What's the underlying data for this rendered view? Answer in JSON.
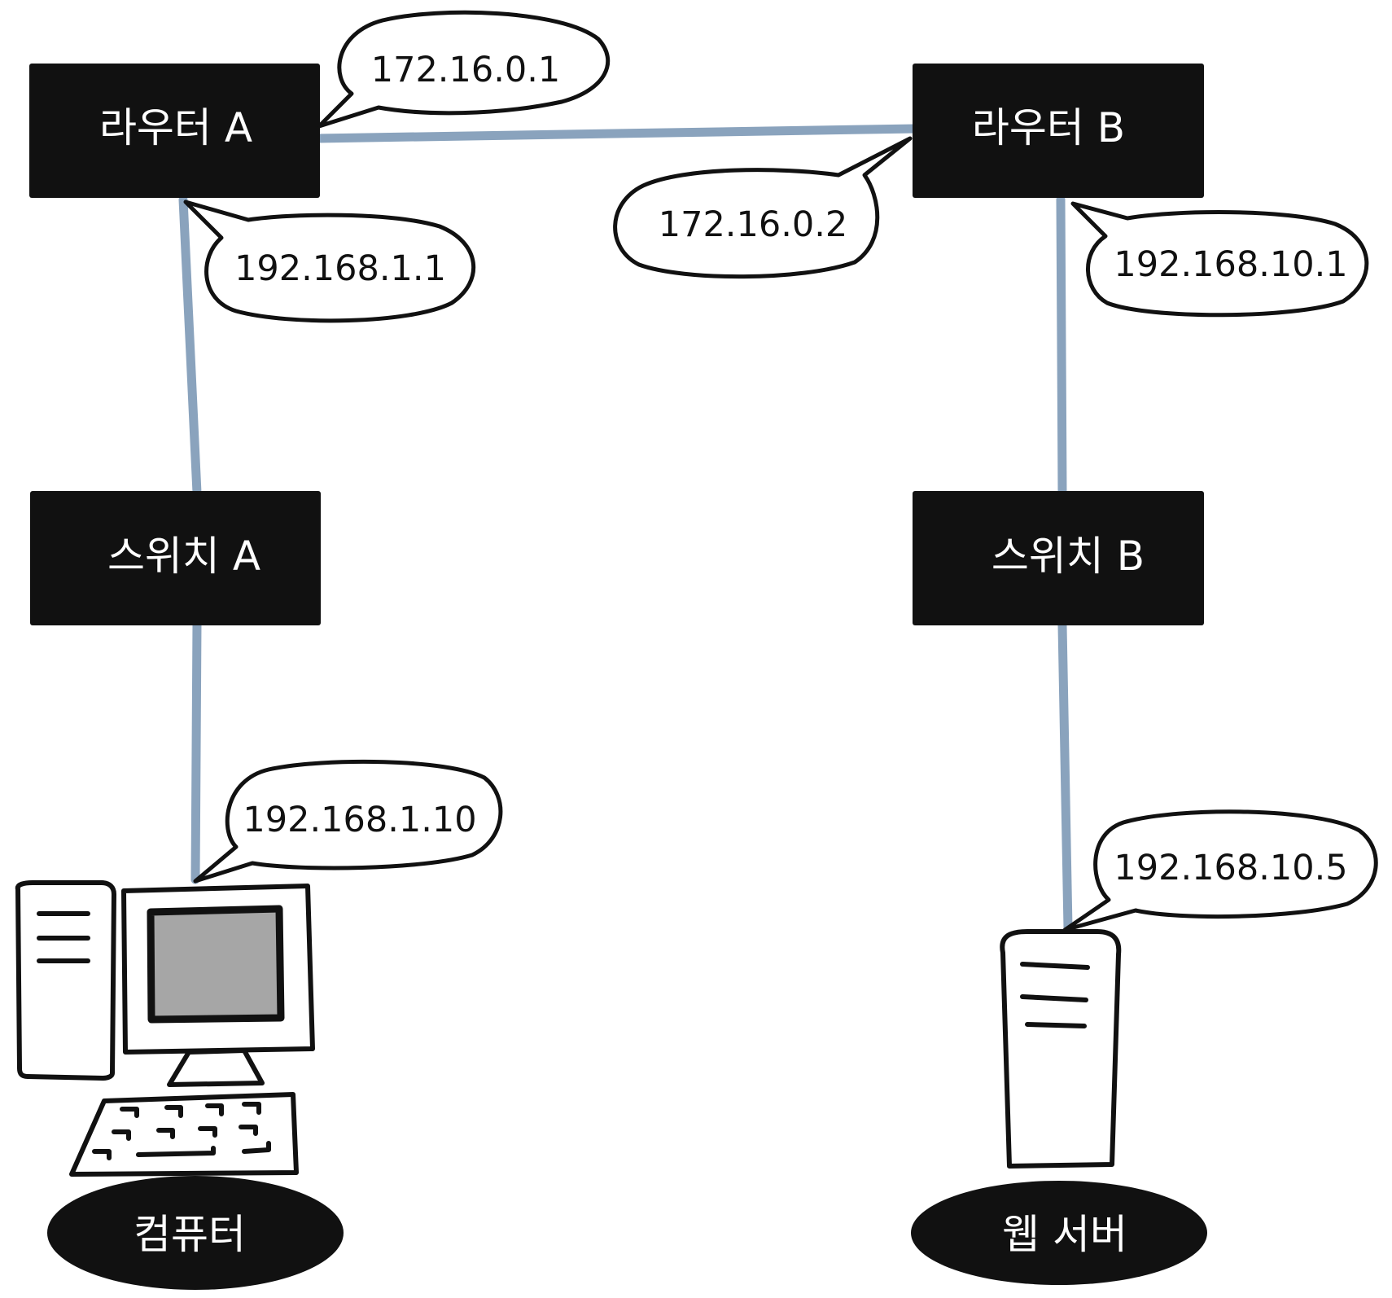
{
  "nodes": {
    "router_a": "라우터 A",
    "router_b": "라우터 B",
    "switch_a": "스위치 A",
    "switch_b": "스위치 B",
    "computer": "컴퓨터",
    "web_server": "웹 서버"
  },
  "addresses": {
    "router_a_wan": "172.16.0.1",
    "router_a_lan": "192.168.1.1",
    "router_b_wan": "172.16.0.2",
    "router_b_lan": "192.168.10.1",
    "computer": "192.168.1.10",
    "web_server": "192.168.10.5"
  },
  "colors": {
    "link": "#8aa3bd",
    "node": "#111111",
    "screen": "#a6a6a6"
  },
  "icons": [
    "desktop-computer-icon",
    "server-tower-icon"
  ]
}
